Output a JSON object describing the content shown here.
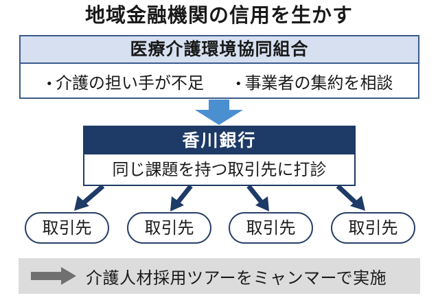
{
  "title": "地域金融機関の信用を生かす",
  "cooperative": {
    "name": "医療介護環境協同組合",
    "items": [
      {
        "bullet": "•",
        "text": "介護の担い手が不足"
      },
      {
        "bullet": "•",
        "text": "事業者の集約を相談"
      }
    ]
  },
  "bank": {
    "name": "香川銀行",
    "description": "同じ課題を持つ取引先に打診"
  },
  "clients": [
    "取引先",
    "取引先",
    "取引先",
    "取引先"
  ],
  "result": {
    "text": "介護人材採用ツアーをミャンマーで実施"
  },
  "colors": {
    "navy": "#1e3a66",
    "light_blue_header": "#d6e0f0",
    "down_arrow": "#4a8fd0",
    "banner_bg": "#dcdcdc",
    "banner_arrow": "#707070"
  }
}
